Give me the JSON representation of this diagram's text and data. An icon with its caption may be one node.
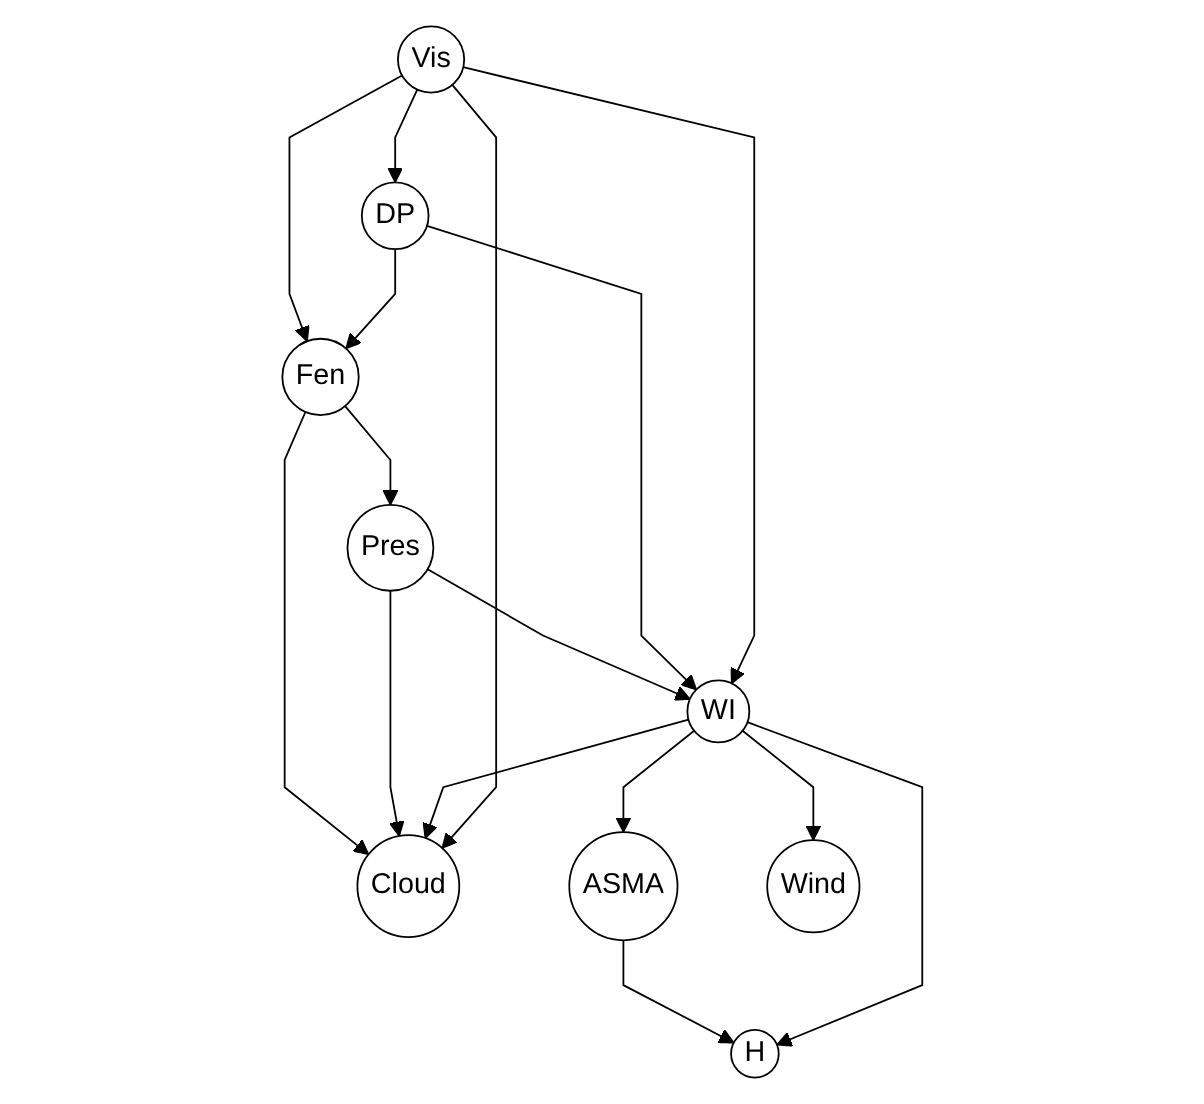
{
  "diagram": {
    "nodes": [
      {
        "text": [
          "Cloud"
        ]
      },
      {
        "text": [
          "ASMA"
        ]
      },
      {
        "text": [
          "Fen"
        ]
      },
      {
        "text": [
          "H"
        ]
      },
      {
        "text": [
          "Pres"
        ]
      },
      {
        "text": [
          "Wind"
        ]
      },
      {
        "text": [
          "DP"
        ]
      },
      {
        "text": [
          "WI"
        ]
      },
      {
        "text": [
          "Vis"
        ]
      }
    ],
    "edges": [
      {
        "from": 2,
        "to": 0,
        "arrow": "to"
      },
      {
        "from": 4,
        "to": 0,
        "arrow": "to"
      },
      {
        "from": 7,
        "to": 0,
        "arrow": "to"
      },
      {
        "from": 8,
        "to": 0,
        "arrow": "to"
      },
      {
        "from": 1,
        "to": 3,
        "arrow": "to"
      },
      {
        "from": 7,
        "to": 1,
        "arrow": "to"
      },
      {
        "from": 7,
        "to": 3,
        "arrow": "to"
      },
      {
        "from": 7,
        "to": 5,
        "arrow": "to"
      },
      {
        "from": 2,
        "to": 4,
        "arrow": "to"
      },
      {
        "from": 4,
        "to": 7,
        "arrow": "to"
      },
      {
        "from": 6,
        "to": 7,
        "arrow": "to"
      },
      {
        "from": 8,
        "to": 7,
        "arrow": "to"
      },
      {
        "from": 8,
        "to": 2,
        "arrow": "to"
      },
      {
        "from": 6,
        "to": 2,
        "arrow": "to"
      },
      {
        "from": 8,
        "to": 6,
        "arrow": "to"
      }
    ]
  }
}
